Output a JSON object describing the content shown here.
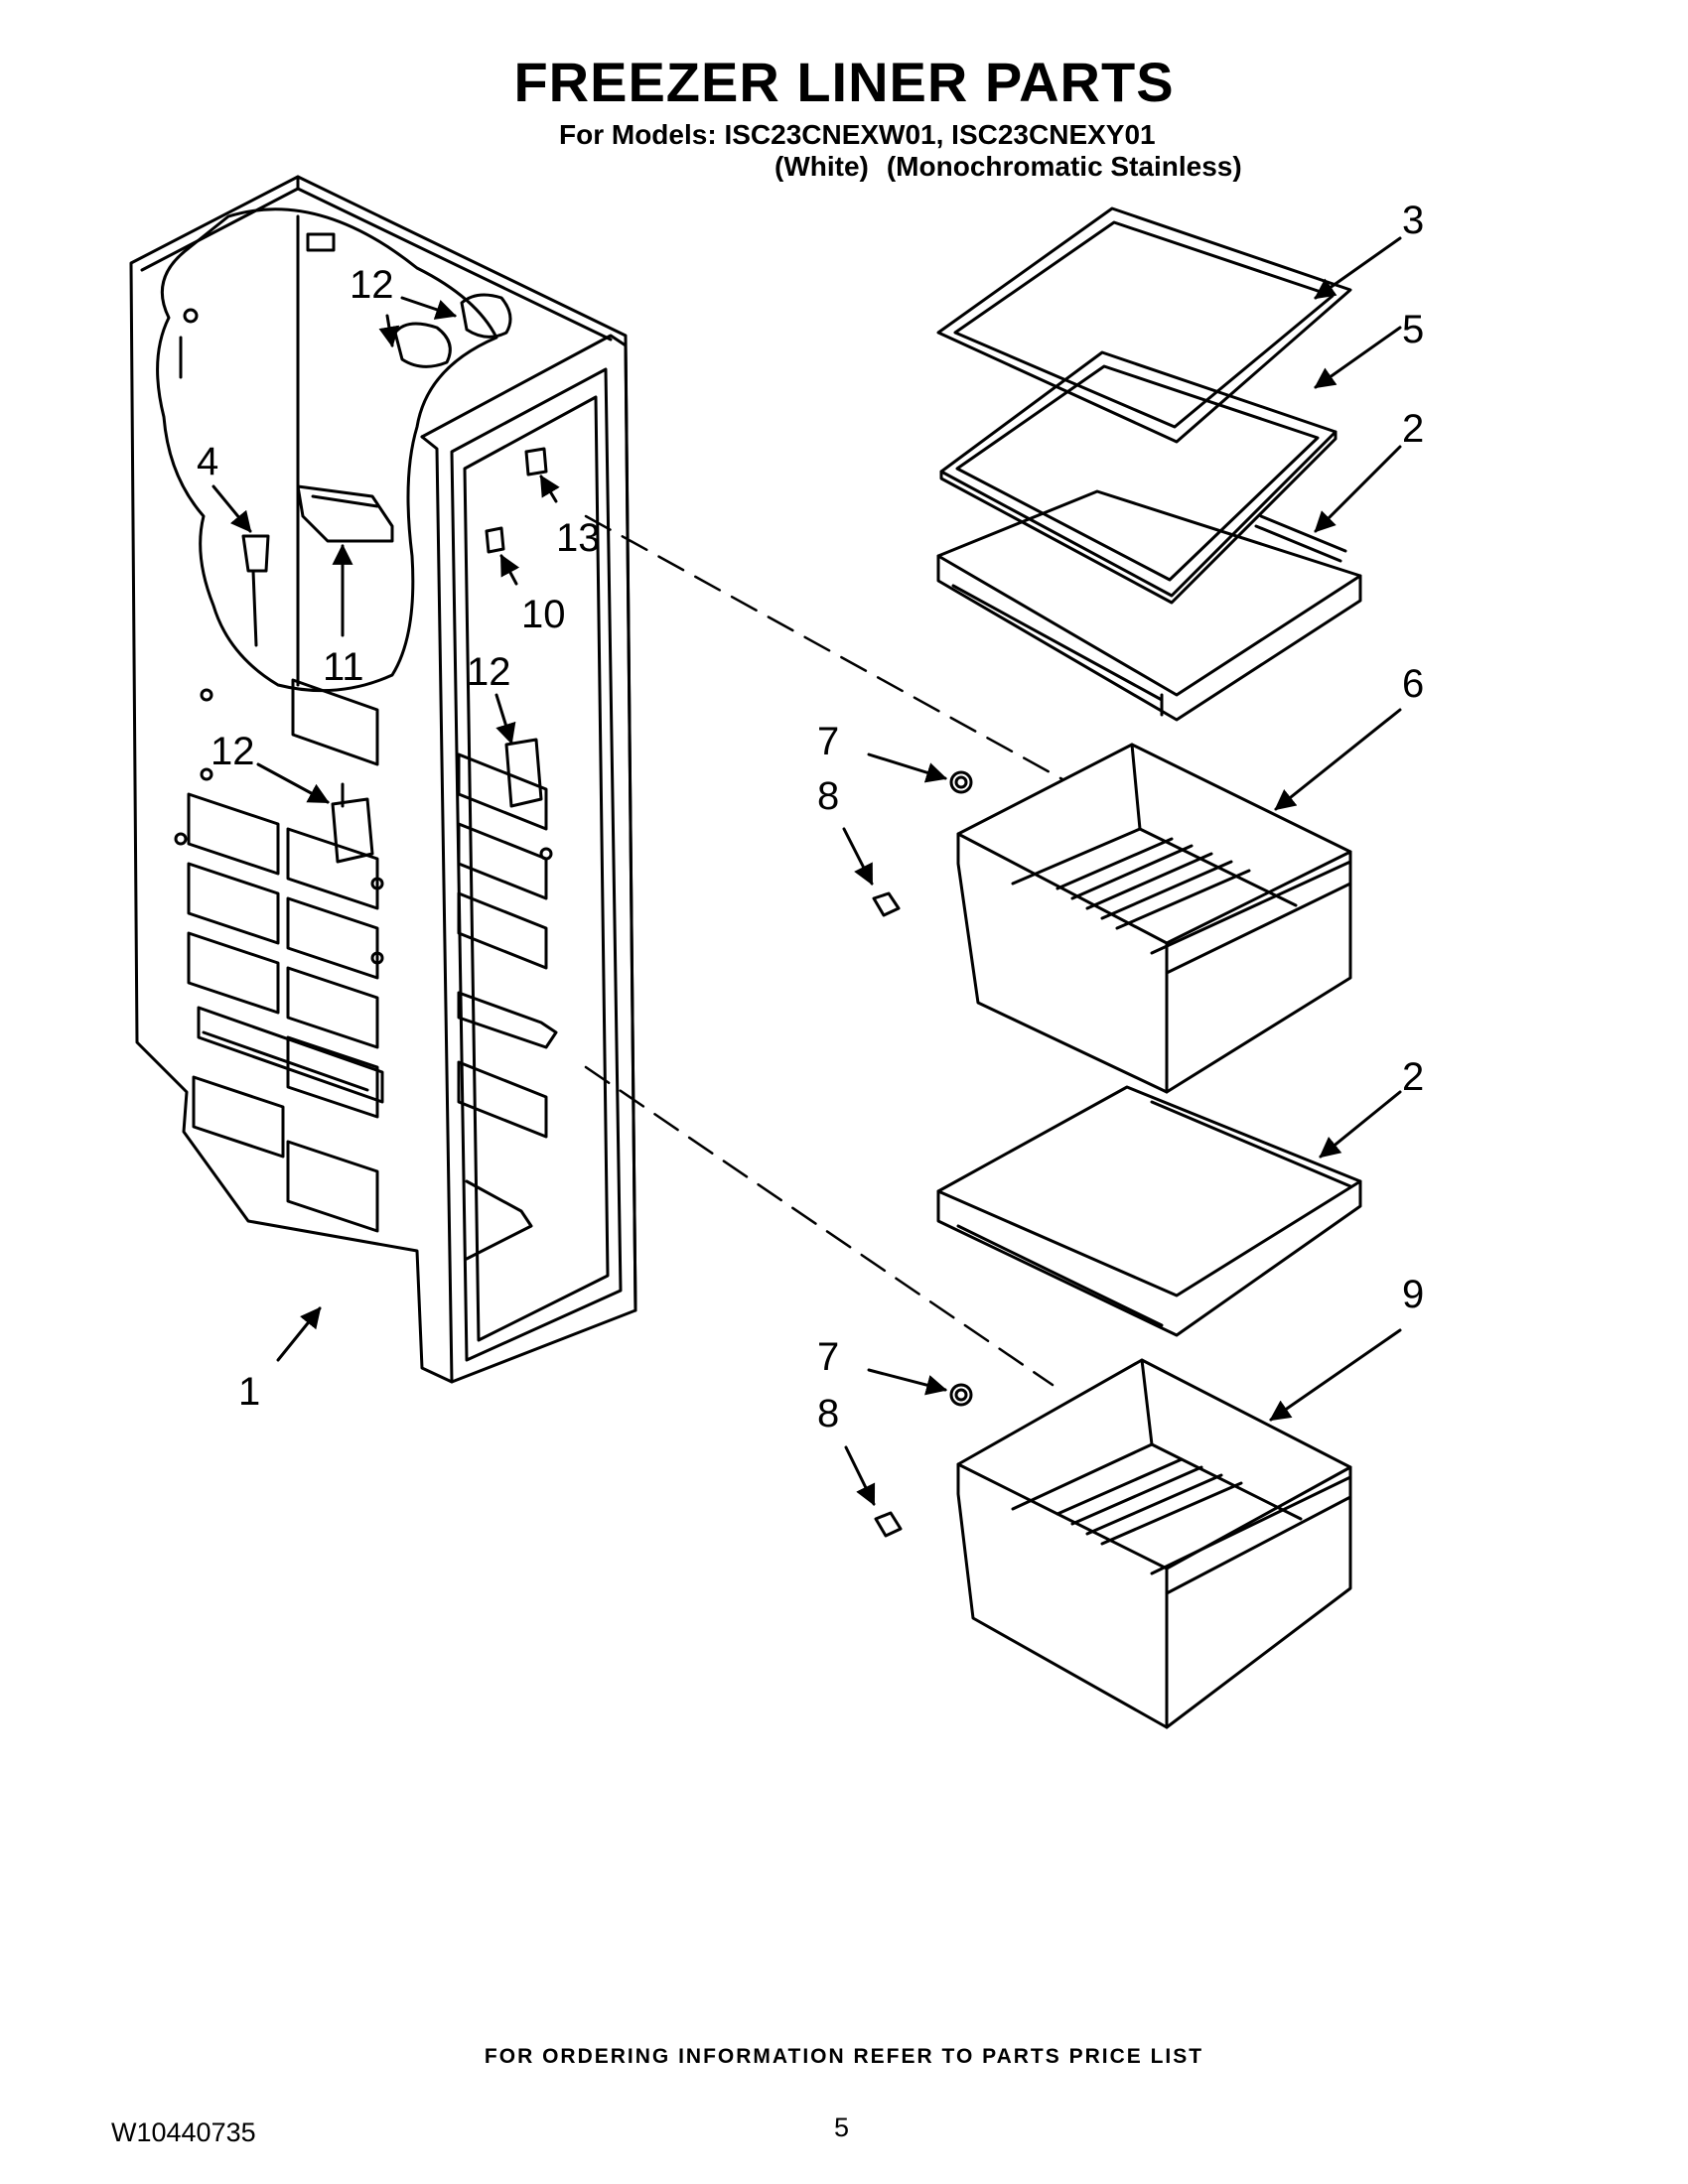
{
  "title": "FREEZER LINER PARTS",
  "models_line": "For Models: ISC23CNEXW01, ISC23CNEXY01",
  "variants": [
    "(White)",
    "(Monochromatic Stainless)"
  ],
  "callouts": {
    "c1": "1",
    "c2a": "2",
    "c2b": "2",
    "c3": "3",
    "c4": "4",
    "c5": "5",
    "c6": "6",
    "c7a": "7",
    "c7b": "7",
    "c8a": "8",
    "c8b": "8",
    "c9": "9",
    "c10": "10",
    "c11": "11",
    "c12a": "12",
    "c12b": "12",
    "c12c": "12",
    "c13": "13"
  },
  "footer_note": "FOR ORDERING INFORMATION REFER TO PARTS PRICE LIST",
  "doc_number": "W10440735",
  "page_number": "5"
}
